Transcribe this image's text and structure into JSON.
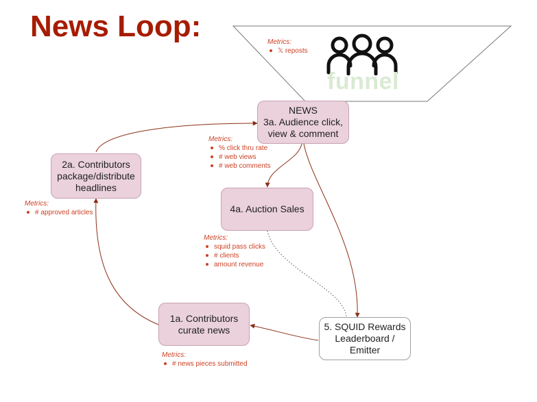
{
  "title": "News Loop:",
  "funnel": {
    "label": "funnel",
    "icon": "people-group-icon",
    "metrics_heading": "Metrics:",
    "metrics": [
      "𝕏 reposts"
    ]
  },
  "nodes": {
    "news": {
      "line1": "NEWS",
      "line2": "3a. Audience click,",
      "line3": "view & comment"
    },
    "contrib_package": {
      "line1": "2a. Contributors",
      "line2": "package/distribute",
      "line3": "headlines"
    },
    "auction": {
      "line1": "4a. Auction Sales"
    },
    "curate": {
      "line1": "1a. Contributors",
      "line2": "curate news"
    },
    "squid": {
      "line1": "5. SQUID Rewards",
      "line2": "Leaderboard /",
      "line3": "Emitter"
    }
  },
  "metrics_blocks": {
    "news": {
      "heading": "Metrics:",
      "items": [
        "% click thru rate",
        "# web views",
        "# web comments"
      ]
    },
    "contrib_package": {
      "heading": "Metrics:",
      "items": [
        "# approved articles"
      ]
    },
    "auction": {
      "heading": "Metrics:",
      "items": [
        "squid pass clicks",
        "# clients",
        "amount revenue"
      ]
    },
    "curate": {
      "heading": "Metrics:",
      "items": [
        "# news pieces submitted"
      ]
    }
  },
  "colors": {
    "title": "#a61c00",
    "node_fill": "#ead1dc",
    "metrics_text": "#cc4125",
    "arrow": "#8b2e16",
    "funnel_word": "#d9ead3"
  }
}
